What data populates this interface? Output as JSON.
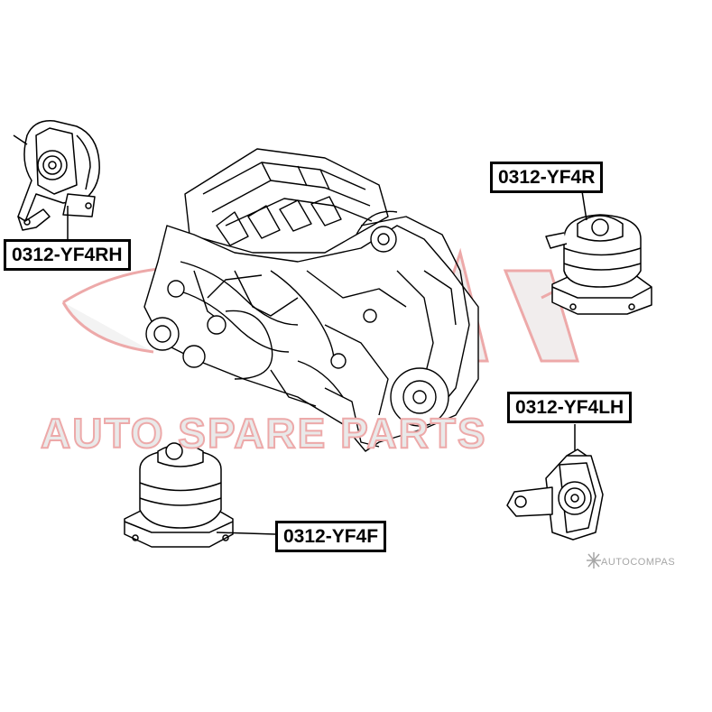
{
  "labels": {
    "rear_right": "0312-YF4RH",
    "rear": "0312-YF4R",
    "left": "0312-YF4LH",
    "front": "0312-YF4F"
  },
  "watermark": {
    "text": "AUTO SPARE PARTS",
    "stroke_color": "#eda9a9",
    "fill_color": "#e9e9e9"
  },
  "credit": "AUTOCOMPAS",
  "colors": {
    "line": "#000000",
    "background": "#ffffff"
  }
}
